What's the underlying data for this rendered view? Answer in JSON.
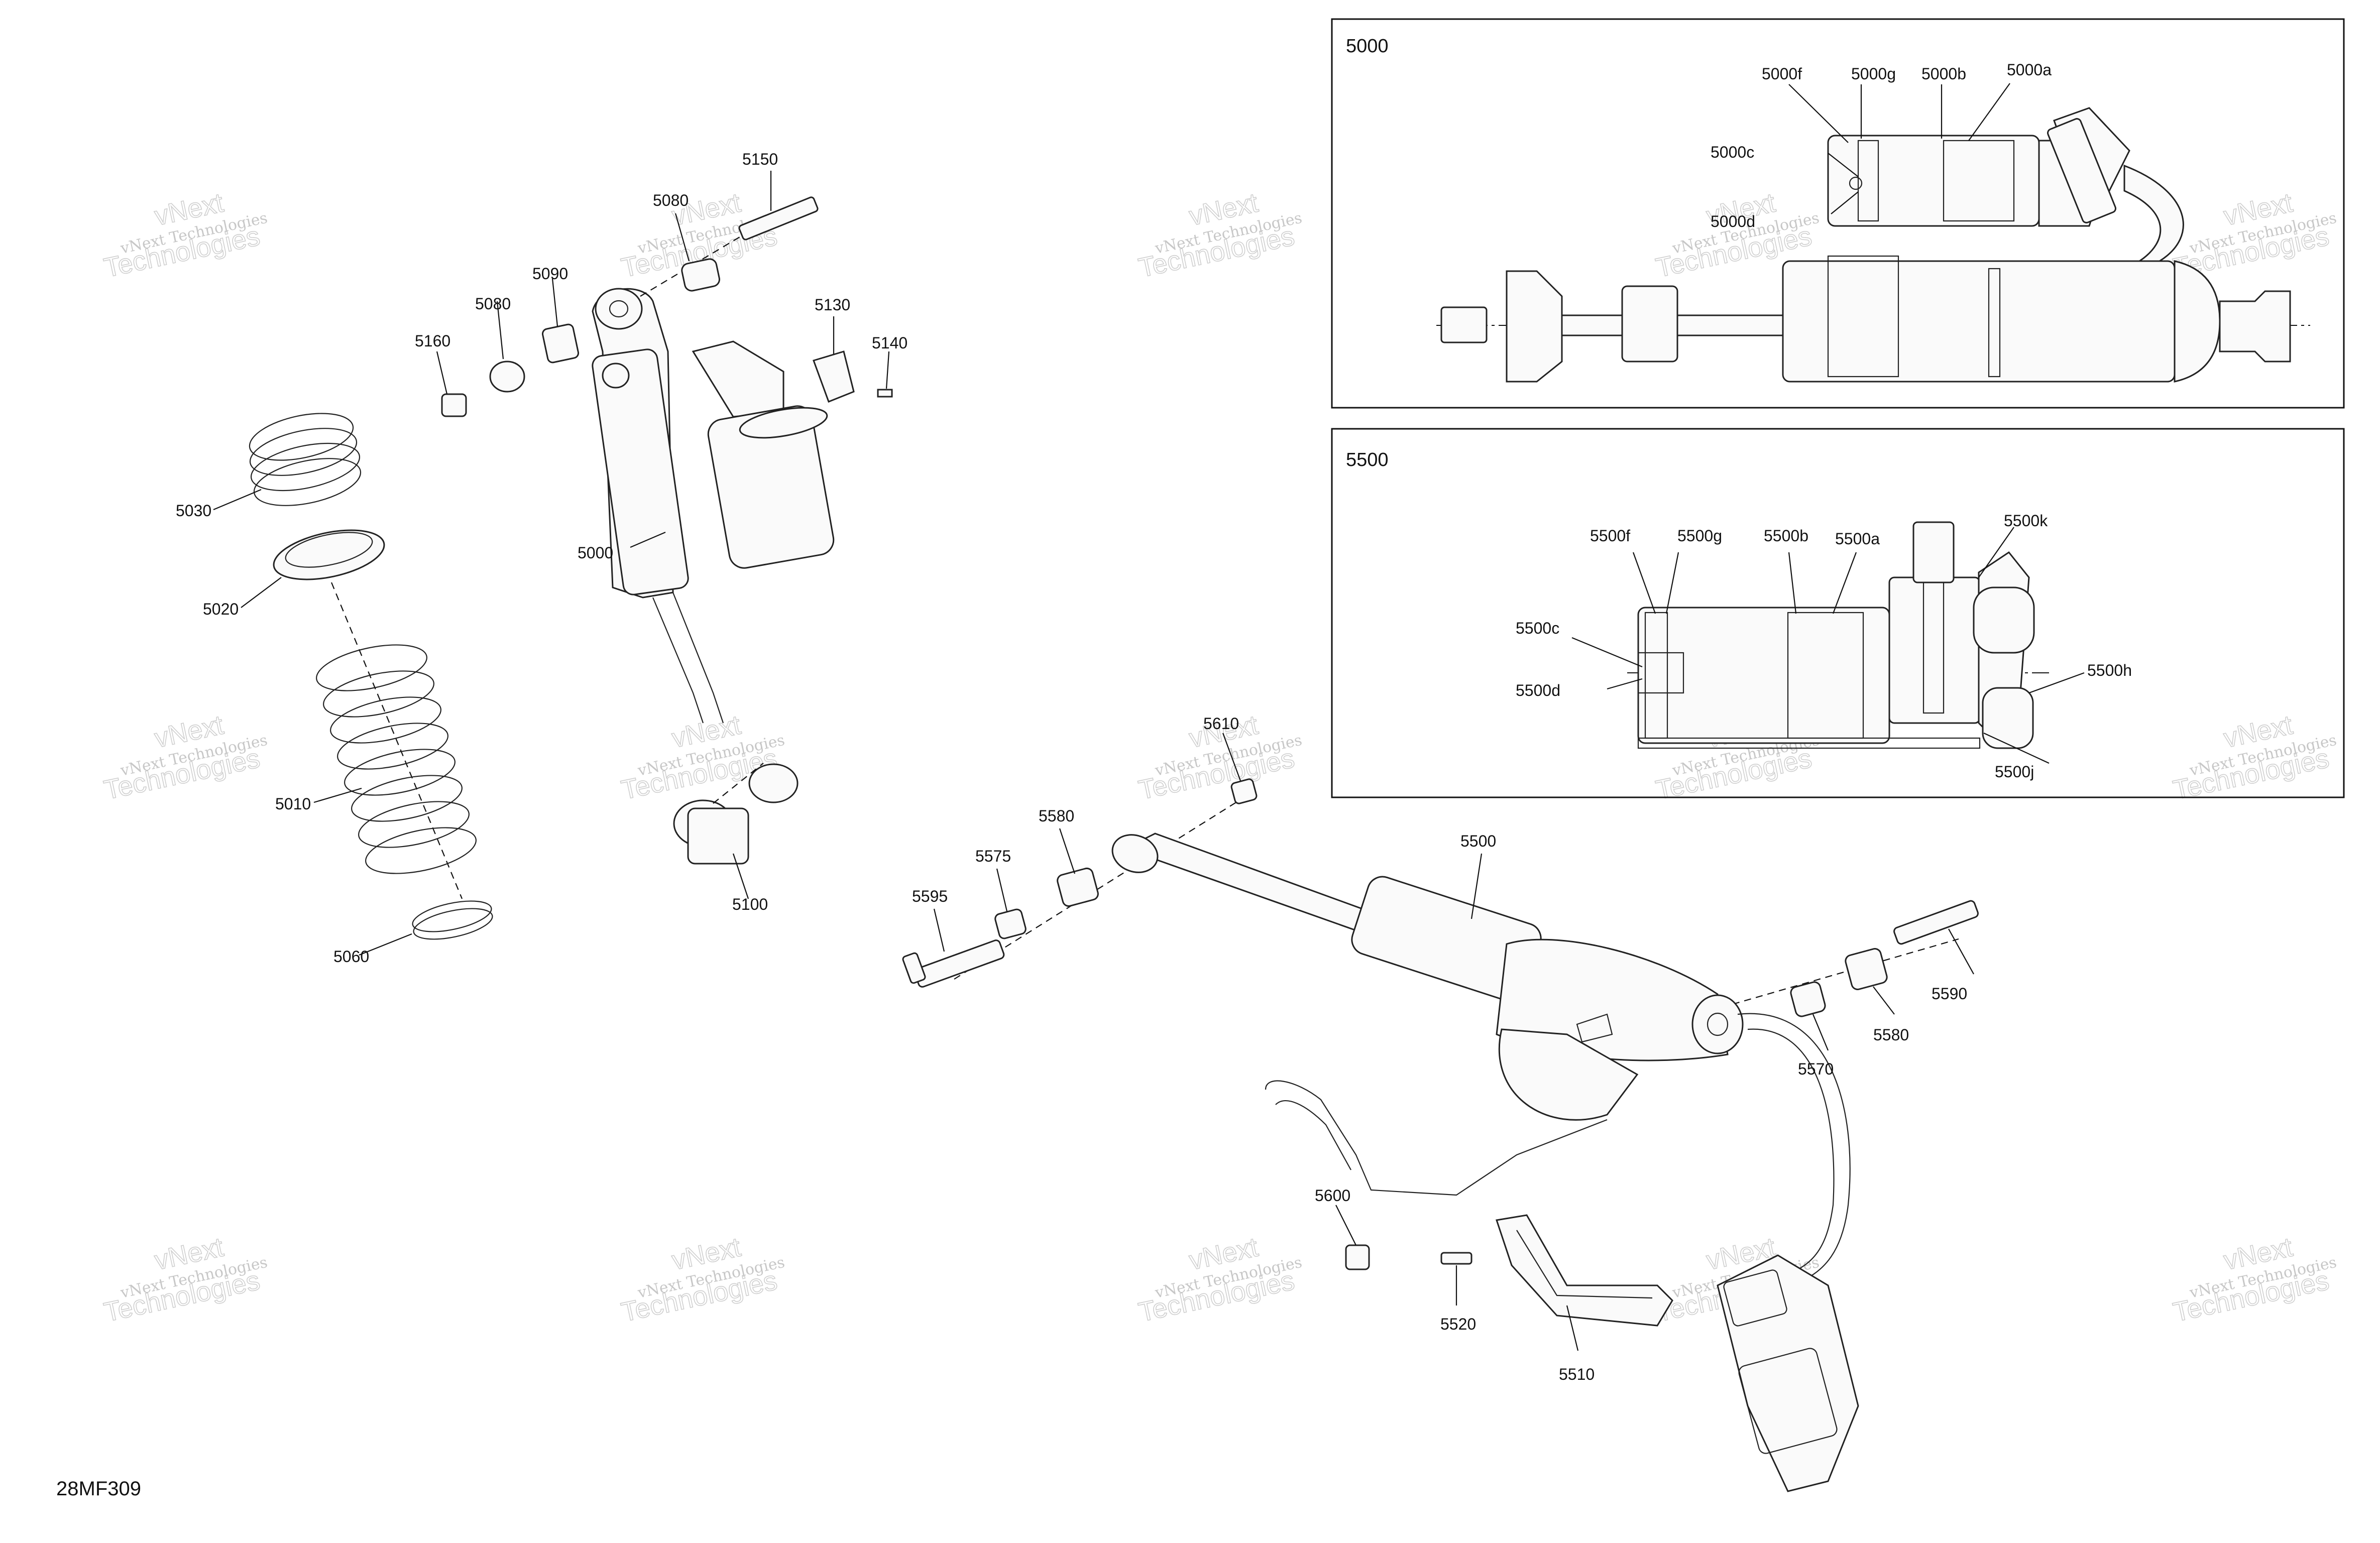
{
  "diagram": {
    "document_code": "28MF309",
    "watermark": {
      "line1": "vNext Technologies",
      "line2": "Technologies",
      "small": "vNext"
    },
    "boxes": [
      {
        "id": "5000",
        "title": "5000",
        "callouts": [
          "5000f",
          "5000g",
          "5000b",
          "5000a",
          "5000c",
          "5000d"
        ]
      },
      {
        "id": "5500",
        "title": "5500",
        "callouts": [
          "5500f",
          "5500g",
          "5500b",
          "5500a",
          "5500k",
          "5500c",
          "5500d",
          "5500h",
          "5500j"
        ]
      }
    ],
    "parts": [
      "5150",
      "5080",
      "5090",
      "5080",
      "5160",
      "5130",
      "5140",
      "5030",
      "5000",
      "5020",
      "5010",
      "5100",
      "5060",
      "5610",
      "5580",
      "5575",
      "5595",
      "5500",
      "5590",
      "5580",
      "5570",
      "5600",
      "5520",
      "5510"
    ]
  }
}
